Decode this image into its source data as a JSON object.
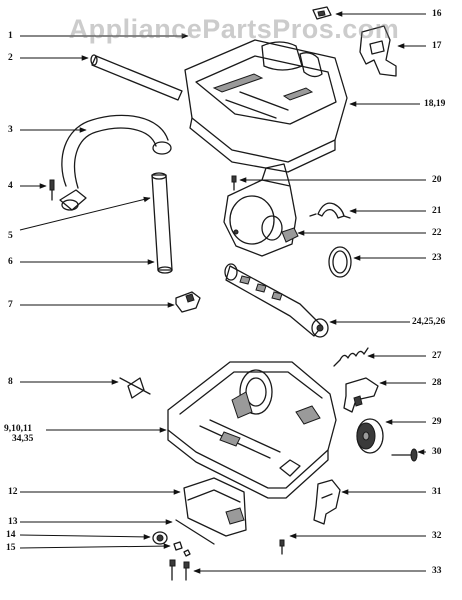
{
  "watermark": "AppliancePartsPros.com",
  "callouts": [
    {
      "id": "c1",
      "label": "1"
    },
    {
      "id": "c2",
      "label": "2"
    },
    {
      "id": "c3",
      "label": "3"
    },
    {
      "id": "c4",
      "label": "4"
    },
    {
      "id": "c5",
      "label": "5"
    },
    {
      "id": "c6",
      "label": "6"
    },
    {
      "id": "c7",
      "label": "7"
    },
    {
      "id": "c8",
      "label": "8"
    },
    {
      "id": "c9",
      "label_line1": "9,10,11",
      "label_line2": "34,35"
    },
    {
      "id": "c12",
      "label": "12"
    },
    {
      "id": "c13",
      "label": "13"
    },
    {
      "id": "c14",
      "label": "14"
    },
    {
      "id": "c15",
      "label": "15"
    },
    {
      "id": "c16",
      "label": "16"
    },
    {
      "id": "c17",
      "label": "17"
    },
    {
      "id": "c18",
      "label": "18,19"
    },
    {
      "id": "c20",
      "label": "20"
    },
    {
      "id": "c21",
      "label": "21"
    },
    {
      "id": "c22",
      "label": "22"
    },
    {
      "id": "c23",
      "label": "23"
    },
    {
      "id": "c24",
      "label": "24,25,26"
    },
    {
      "id": "c27",
      "label": "27"
    },
    {
      "id": "c28",
      "label": "28"
    },
    {
      "id": "c29",
      "label": "29"
    },
    {
      "id": "c30",
      "label": "30"
    },
    {
      "id": "c31",
      "label": "31"
    },
    {
      "id": "c32",
      "label": "32"
    },
    {
      "id": "c33",
      "label": "33"
    }
  ]
}
